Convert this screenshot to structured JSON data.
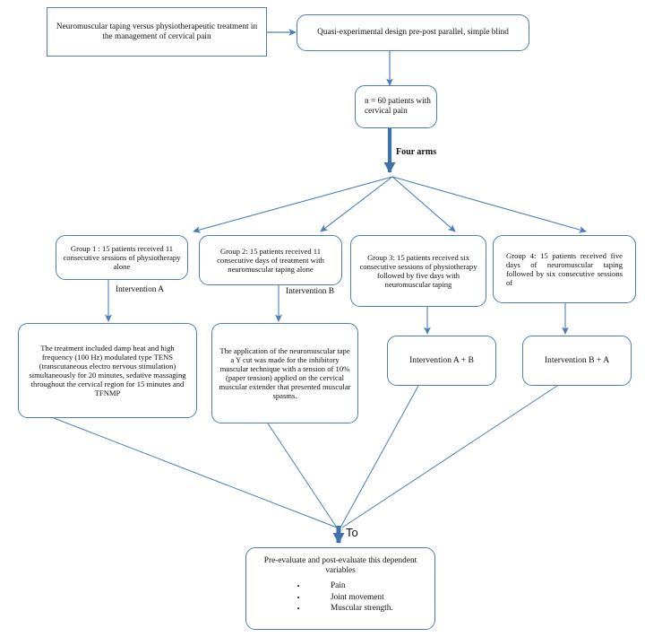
{
  "diagram": {
    "title_box": {
      "text": "Neuromuscular taping versus physiotherapeutic treatment in the management of cervical pain"
    },
    "design_box": {
      "text": "Quasi-experimental design pre-post parallel, simple blind"
    },
    "sample_box": {
      "text": "n = 60 patients with cervical pain"
    },
    "four_arms_label": "Four arms",
    "groups": [
      {
        "text": "Group 1 : 15 patients received 11 consecutive sessions of physiotherapy alone"
      },
      {
        "text": "Group 2: 15 patients received 11 consecutive days of treatment with neuromuscular taping alone"
      },
      {
        "text": "Group 3: 15 patients received six consecutive sessions of physiotherapy followed by five days with neuromuscular taping"
      },
      {
        "text": "Group 4: 15 patients received five days of neuromuscular taping followed by six consecutive sessions of"
      }
    ],
    "intervention_labels": {
      "a": "Intervention A",
      "b": "Intervention B"
    },
    "detail_boxes": [
      {
        "text": "The treatment included damp heat and high frequency (100 Hz) modulated type TENS (transcutaneous electro nervous stimulation) simultaneously for 20 minutes, sedative massaging throughout the cervical region for 15 minutes and TFNMP"
      },
      {
        "text": "The application of the neuromuscular tape a Y cut was made for the inhibitory muscular technique with a tension of 10% (paper tension) applied on the cervical muscular extender that presented muscular spasms."
      },
      {
        "text": "Intervention A + B"
      },
      {
        "text": "Intervention B + A"
      }
    ],
    "to_label": "To",
    "outcome_box": {
      "heading": "Pre-evaluate and post-evaluate this dependent variables",
      "items": [
        "Pain",
        "Joint movement",
        "Muscular strength."
      ]
    },
    "colors": {
      "edge": "#4a7ebb",
      "thick_edge": "#3f72ab",
      "box_border": "#4a7ebb",
      "square_border": "#5a7ca8",
      "text": "#111111",
      "background": "#ffffff"
    }
  }
}
